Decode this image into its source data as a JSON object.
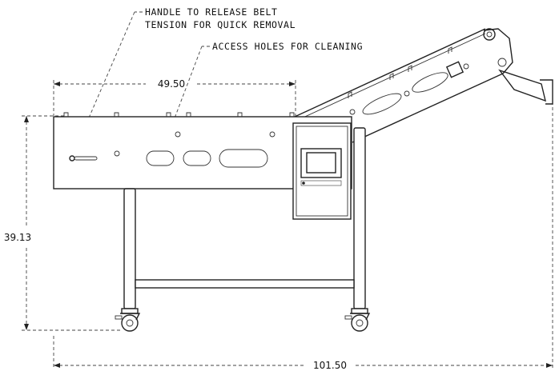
{
  "annotations": {
    "handle_line1": "HANDLE TO RELEASE BELT",
    "handle_line2": "TENSION FOR QUICK REMOVAL",
    "access_holes": "ACCESS HOLES FOR CLEANING"
  },
  "dimensions": {
    "top_length": "49.50",
    "height": "39.13",
    "overall_length": "101.50"
  },
  "colors": {
    "line": "#222222",
    "screen": "#ffffff"
  }
}
